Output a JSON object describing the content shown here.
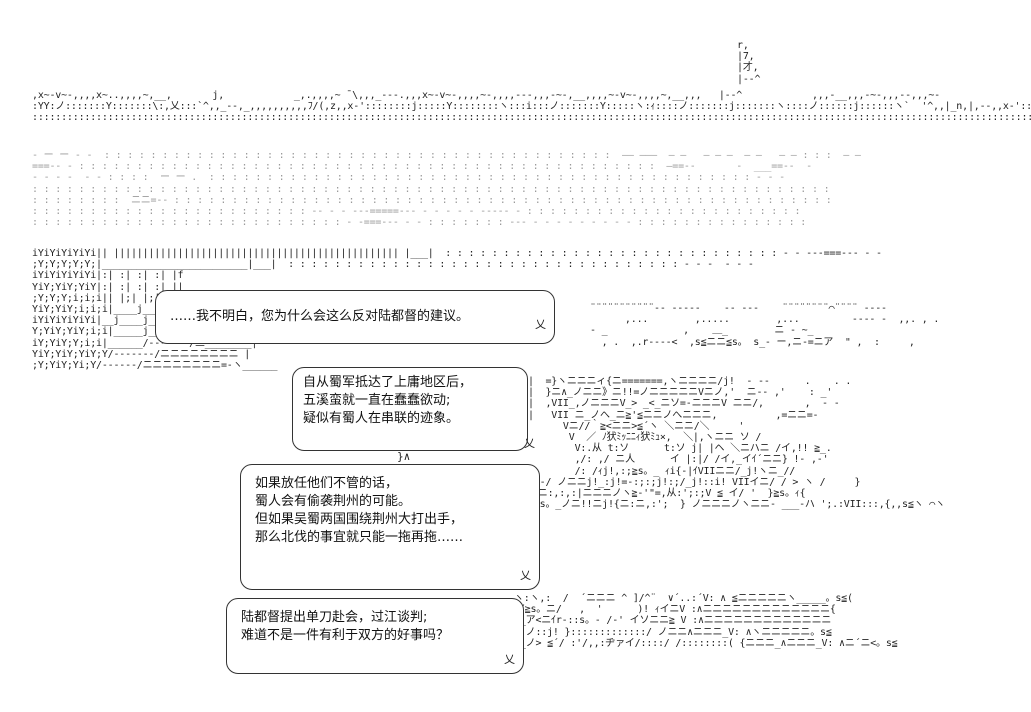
{
  "scene": {
    "skyline": "r,\n|7,\n|才,\n|--^",
    "horizon": ",x~-v~-,,,,x~..,,,,~,__,       j,            _,.,,,,~ ¯\\,,,_---.,,,x~-v~-,,,,~-,,,,---,,,-~-,__,,,,~-v~-,,,,~,__,,,   |--^            ,,,-__,,,-~-,,,--,,,~-\n:YY:ノ:::::::Y:::::::\\:,乂:::`^,,_--,_,,,,,,,,,,ﾌ/(,z,,x-'::::::::j:::::Y::::::::ヽ:::i:::ノ:::::::Y:::::ヽ:ｨ::::ノ:::::::j:::::::ヽ::::ノ::::::j::::::ヽ`  '^,,|_n,|,--,,x-':::::::::j::::::::::Y::::::::\n::::::::::::::::::::::::::::::::::::::::::::::::::::::::::::::::::::::::::::::::::::::::::::::::::::::::::::::::::::::::::::::::::::::::::::::::::::::::::::::::::::::::::::::::",
    "water": "- ー ー - -  : : : : : : : : : : : : : : : : : : : : : : : : : : : : : : : : : : : : : : : : : : : :  ―― ―――  ― ―   ― ― ―  ― ―   ― ― : : :  ― ―\n===-- - : : : : : : : : : : : : : : : : : : : : : : : : : : : : : : : : : : : : : : : : : : : : : : : : : :  ―==--       -  ___==--  -\n- - - -  - - : : : :  ー ー .  : : : : : : : : : : : : : : : : : : : : : : : : : : : : : : : : : : : : : : : : : : : : : : : - - -\n: : : : : : : : : : : : : : : : : : : : : : : : : : : : : : : : : : : : : : : : : : : : : : : : : : : : : : : : : : : : : : : : : : : : :\n: : : : : : : :  ニニ=-- : : : : : : : : : : : : : : : : : : : : : : : : : : : : : : : : : : : : : : : : : : : : : : : : : : : : : : : : :\n: : : : : : : : : : : : : : : : : : : : : : : : -- - - ---=====--- - - - - - ----- - : : : : : : : : : : : : : : : : : : : : : : : :\n: : : : : : : : : : : : : : : : : : : : : : : : : : : - -===--- - - : : : : : : : --- - - - - - - - - - : : : : : : : : : : : : : : :",
    "ships": "iYiYiYiYiYi|| ||||||||||||||||||||||||||||||||||||||||||||||||| |___|  : : : : : : : : : : : : : : : : : : : : : : : : : : : : : - - ---===--- - -\n;Y;Y;Y;Y;Y;|_________________________|___|  : : : : : : : : : : : : : : : : : : : : : : : : : : : : : : : : : : - - -  - - -\niYiYiYiYiYi|:| :| :| :| |f\nYiY;YiY;YiY|:| :| :| :| ||\n;Y;Y;Y;i;i;i|| |;| |;| |;| |ヽ\nYiY;YiY;i;i;i|____j_____j|:::::::::::::::|____j______j______j| ||||||￣ -==- --\niYiYiYiYiYi|__j____j____|:::::::::::::::|_____|____j____j__f\nY;YiY;YiY;i;i|_____j____/ -------xi____j_____j|\niY;YiY;Y;i;i|______/-------/三________|\nYiY;YiY;YiY;Y/-------/ニニニニニニニニ |\n;Y;YiY;Yi;Y/------/ニニニニニニニニ=-ヽ______",
    "crowd1": "¨¨¨¨¨¨¨¨¨¨¨‐- -----    -- ---    ¨¨¨¨¨¨¨¨⌒¨¨¨¨ ----\n      ,...        ,.....        ,...         ---- -  ,,. , .\n- _             ,    ＿_        ニ - ~_\n  , .  ,.r----<  ,s≦ニニ≦s。 s_- ー,ニ-=ニア  \" ,  :     ,",
    "crowd2": "|  =}ヽニニニィ{ニ=======,ヽニニニニ/j!  - --      .    . .\n|  }ニ∧_ノニニ》ニ!!=ノニニニニニVニノ,'  ニ-- ,'    : _'\n|  ,VII_,ノニニニV_> _<_ニソ=-ニニニV ニニ/,       ,  - -\n|   VII ニ_ノへ_ニ≧'≦ニニノへニニニ,          ,=ニニ=-\n      Vニ//｀≧<ニニ>≦´ヽ ＼ニニ/＼     '\n       V  ／ ﾉ犾ﾐｯﾆﾆｨ犾ﾐｭ×,  ＼|,ヽニニ ソ /\n        V:.从 t:ソ      t:ソ j| |ヘ ＼ニハニ /イ,!! ≧_.\n        ,/: ,/ ニ人      イ |:|/ /イ,_イｲ´ニニ} !- ,-'\n        /: /ｨj!,:;≧s。_ ｨi{-|ｲVIIニニ/_j!ヽニ_//\n|≧-/ ノニニj!_:j!=-:;:;j!:;/_j!::i! VIIイニ/ / > ヽ /     }\nノニ:,:,:|ニニニノヽ≧-'\"=,从:';:;V ≦ イ/ '  }≧s。ｨ{\n}≧s。_ノニ!!ニj!{ニ:ニ,:';  } ノニニニノヽニニ- ___-ハ ';.:VII:::,{,,s≦ヽ ⌒ヽ",
    "crowd3": "ヽ:ヽ,:  /  ´ニニニ ^ ]/^¨  ∨´..:´V: ∧ ≦ニニニニニヽ_____。s≦(\n|ｲ≧s。ニ/   ,  '      )! ｨイニV :∧ニニニニニニニニニニニニニ{\n|_ア<ニｲr-::s。- /-' イソニニ≧ V :∧ニニニニニニニニニニニニニ\n  ノ::j! }:::::::::::::/ ノニニ∧ニニニ_V: ∧ヽニニニニニ。s≦\n/_ノ> ≦´/ :'/,,:ヂァイ/::::/ /::::::::( {ニニニ_∧ニニニ_V: ∧ニ´ニ<。s≦"
  },
  "bubbles": {
    "b1": {
      "line1": "……我不明白，您为什么会这么反对陆都督的建议。"
    },
    "b2": {
      "line1": "自从蜀军抵达了上庸地区后，",
      "line2": "五溪蛮就一直在蠢蠢欲动;",
      "line3": "疑似有蜀人在串联的迹象。"
    },
    "b3": {
      "line1": "如果放任他们不管的话，",
      "line2": "蜀人会有偷袭荆州的可能。",
      "line3": "但如果吴蜀两国围绕荆州大打出手，",
      "line4": "那么北伐的事宜就只能一拖再拖……"
    },
    "b4": {
      "line1": "陆都督提出单刀赴会，过江谈判;",
      "line2": "难道不是一件有利于双方的好事吗？"
    }
  },
  "colors": {
    "ink": "#111111",
    "background": "#ffffff",
    "dots": "#9a9a9a"
  }
}
